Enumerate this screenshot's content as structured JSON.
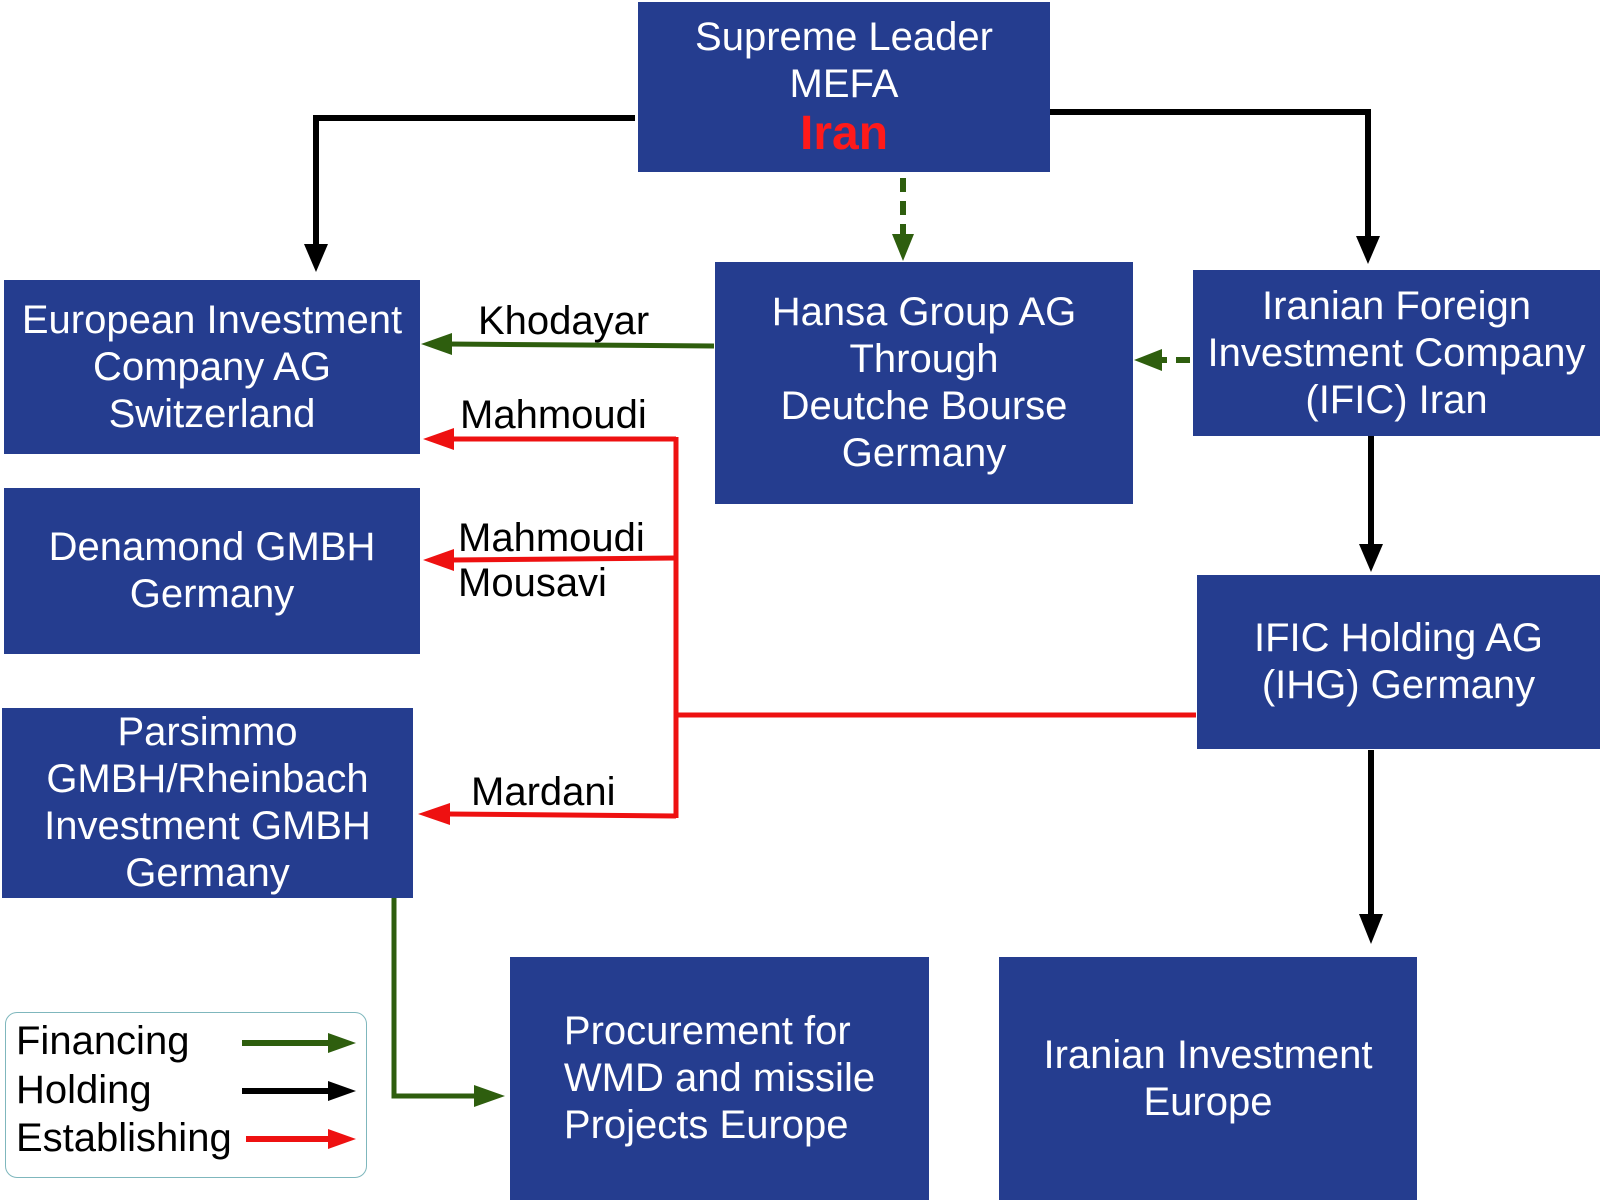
{
  "nodes": {
    "leader": {
      "lines": [
        "Supreme Leader",
        "MEFA"
      ],
      "highlight": "Iran"
    },
    "eic": {
      "lines": [
        "European Investment",
        "Company AG",
        "Switzerland"
      ]
    },
    "hansa": {
      "lines": [
        "Hansa Group AG",
        "Through",
        "Deutche Bourse",
        "Germany"
      ]
    },
    "ific": {
      "lines": [
        "Iranian Foreign",
        "Investment Company",
        "(IFIC) Iran"
      ]
    },
    "denamond": {
      "lines": [
        "Denamond GMBH",
        "Germany"
      ]
    },
    "ihg": {
      "lines": [
        "IFIC Holding AG",
        "(IHG) Germany"
      ]
    },
    "parsimmo": {
      "lines": [
        "Parsimmo",
        "GMBH/Rheinbach",
        "Investment GMBH",
        "Germany"
      ]
    },
    "procurement": {
      "lines": [
        "Procurement for",
        "WMD and missile",
        "Projects Europe"
      ]
    },
    "iie": {
      "lines": [
        "Iranian Investment",
        "Europe"
      ]
    }
  },
  "edge_labels": {
    "khodayar": "Khodayar",
    "mahmoudi_1": "Mahmoudi",
    "mahmoudi_2": "Mahmoudi",
    "mousavi": "Mousavi",
    "mardani": "Mardani"
  },
  "legend": {
    "financing": "Financing",
    "holding": "Holding",
    "establishing": "Establishing"
  },
  "colors": {
    "box_fill": "#253d8f",
    "box_text": "#ffffff",
    "highlight_text": "#ff1a1a",
    "financing": "#2e5e0e",
    "holding": "#000000",
    "establishing": "#ee1111",
    "legend_border": "#7fb7bd"
  }
}
